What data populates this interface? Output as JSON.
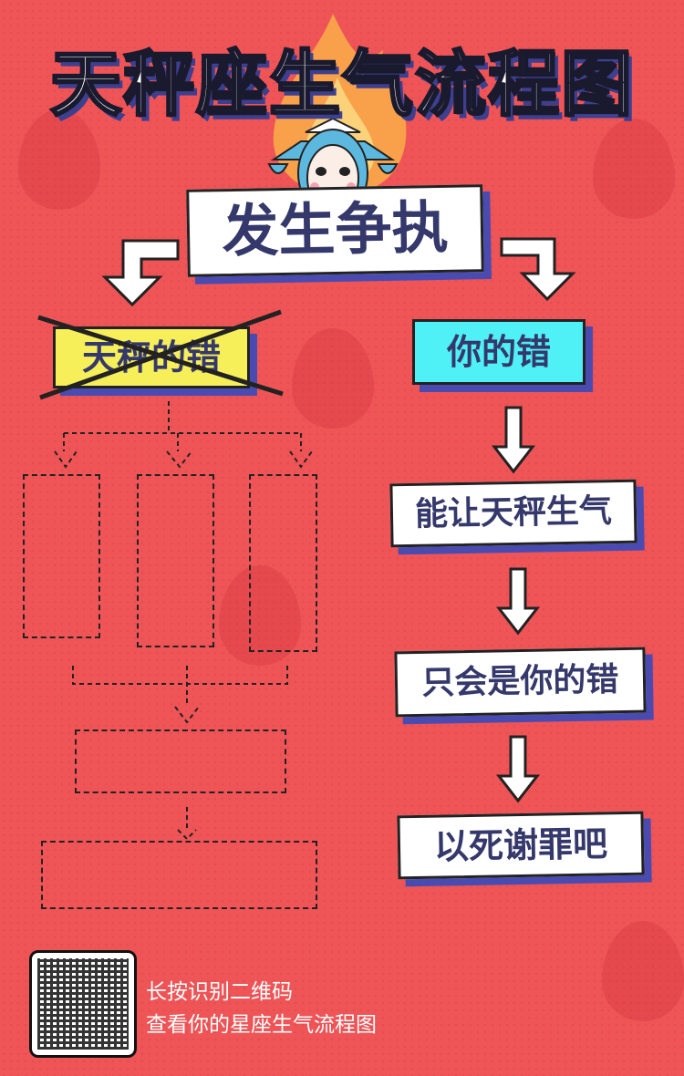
{
  "title": "天秤座生气流程图",
  "start": "发生争执",
  "left_branch": {
    "label": "天秤的错",
    "crossed_out": true
  },
  "right_branch": {
    "steps": [
      "你的错",
      "能让天秤生气",
      "只会是你的错",
      "以死谢罪吧"
    ]
  },
  "footer": {
    "line1": "长按识别二维码",
    "line2": "查看你的星座生气流程图"
  },
  "colors": {
    "background": "#ef5457",
    "navy": "#35386b",
    "shadow": "#4a4bb0",
    "yellow": "#f6ef5a",
    "cyan": "#4ff0f6"
  }
}
